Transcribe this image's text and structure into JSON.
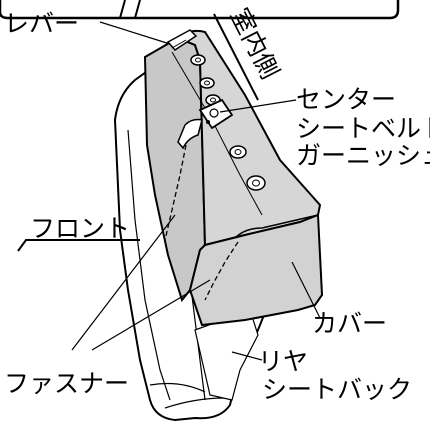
{
  "labels": {
    "lever": "レバー",
    "interior_side": "室内側",
    "center_belt_line1": "センター",
    "center_belt_line2": "シートベルト",
    "center_belt_line3": "ガーニッシュ",
    "front": "フロント",
    "cover": "カバー",
    "rear_line1": "リヤ",
    "rear_line2": "シートバック",
    "fastener": "ファスナー"
  },
  "colors": {
    "cover_fill": "#cfcfcf",
    "seat_fill": "#ffffff",
    "line": "#000000"
  }
}
